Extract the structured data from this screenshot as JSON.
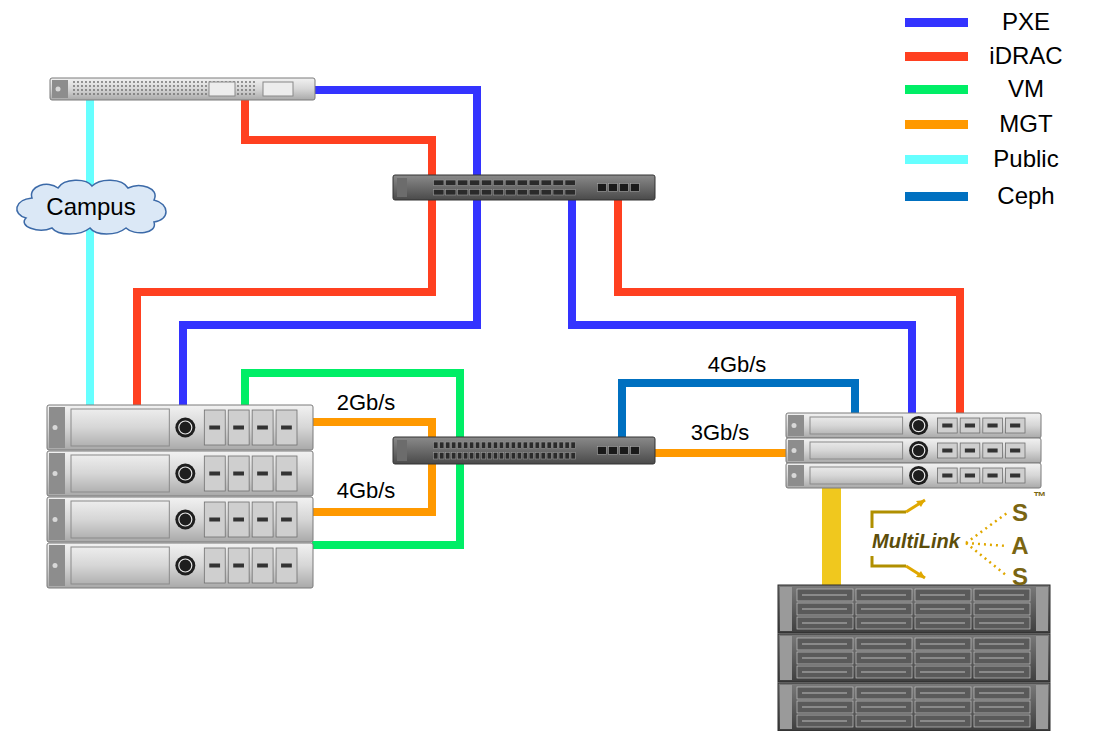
{
  "diagram": {
    "nodes": [
      {
        "text": [
          "Campus"
        ]
      }
    ],
    "labels": [
      "2Gb/s",
      "4Gb/s",
      "4Gb/s",
      "3Gb/s",
      "MultiLink",
      "S",
      "A",
      "S",
      "™"
    ],
    "legend": [
      {
        "text": "PXE",
        "color": "#3333ff"
      },
      {
        "text": "iDRAC",
        "color": "#ff4020"
      },
      {
        "text": "VM",
        "color": "#00ee66"
      },
      {
        "text": "MGT",
        "color": "#ff9900"
      },
      {
        "text": "Public",
        "color": "#66ffff"
      },
      {
        "text": "Ceph",
        "color": "#0070c0"
      }
    ]
  }
}
